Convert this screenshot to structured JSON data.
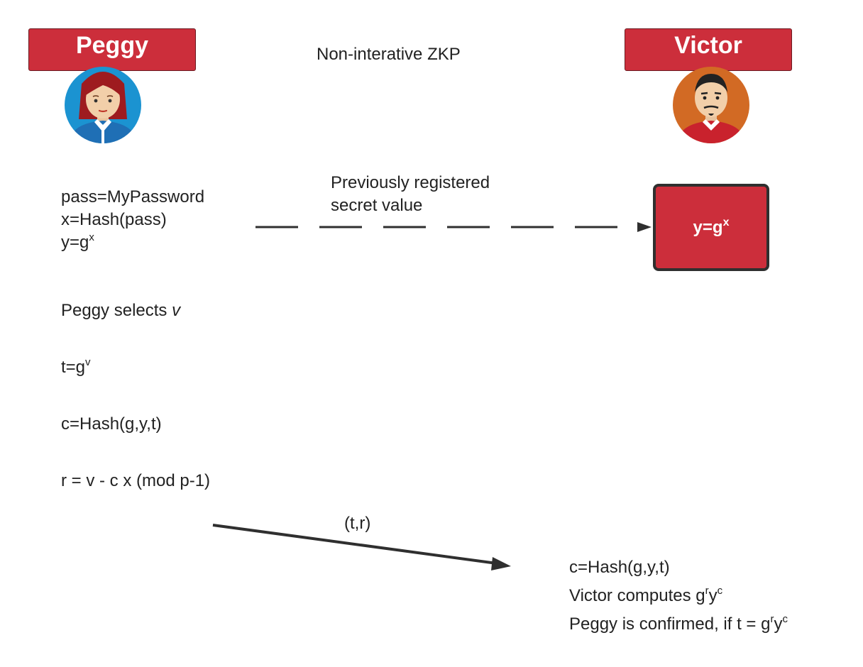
{
  "title": "Non-interative ZKP",
  "peggy": {
    "name": "Peggy",
    "avatar_icon": "woman-avatar-icon"
  },
  "victor": {
    "name": "Victor",
    "avatar_icon": "man-avatar-icon"
  },
  "registration": {
    "line1": "pass=MyPassword",
    "line2": "x=Hash(pass)",
    "line3_base": "y=g",
    "line3_exp": "x"
  },
  "registered_label": {
    "line1": "Previously registered",
    "line2": "secret value"
  },
  "secret_box": {
    "base": "y=g",
    "exp": "x"
  },
  "steps": {
    "select_text": "Peggy selects ",
    "select_var": "v",
    "t_base": "t=g",
    "t_exp": "v",
    "c": "c=Hash(g,y,t)",
    "r": "r = v - c x (mod p-1)"
  },
  "message_label": "(t,r)",
  "verify": {
    "line1": "c=Hash(g,y,t)",
    "line2_text": "Victor computes g",
    "line2_exp1": "r",
    "line2_mid": "y",
    "line2_exp2": "c",
    "line3_text": "Peggy is confirmed,  if t = g",
    "line3_exp1": "r",
    "line3_mid": "y",
    "line3_exp2": "c"
  },
  "colors": {
    "accent_red": "#cc2e3b",
    "arrow": "#2f2f2f",
    "text": "#222222"
  }
}
